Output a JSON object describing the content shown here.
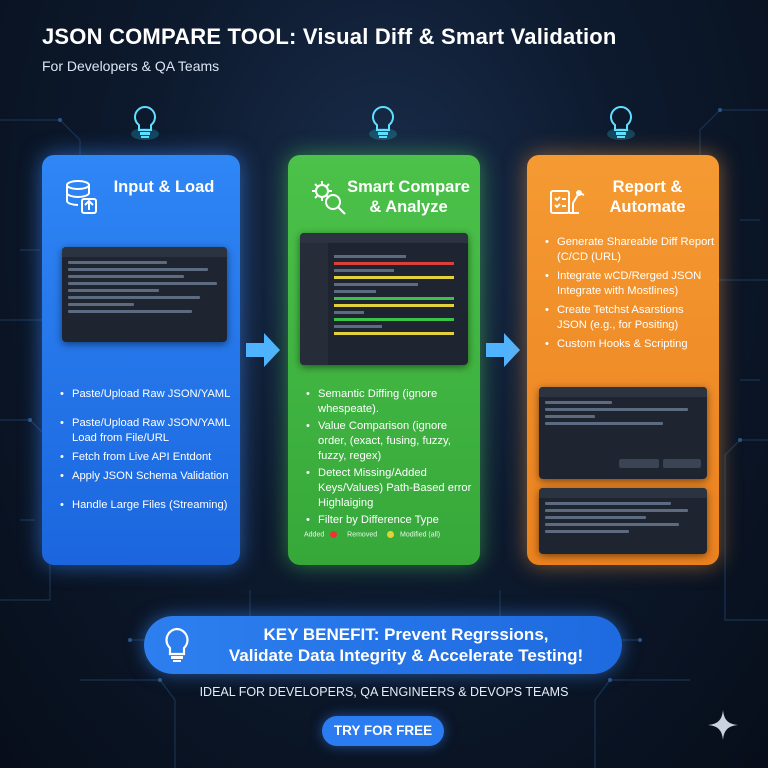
{
  "header": {
    "title": "JSON COMPARE TOOL: Visual Diff & Smart Validation",
    "subtitle": "For Developers & QA Teams"
  },
  "panels": [
    {
      "title": "Input & Load",
      "icon": "database-upload-icon",
      "color": "#2f86f5",
      "bullets": [
        "Paste/Upload Raw JSON/YAML",
        "Paste/Upload Raw JSON/YAML Load from File/URL",
        "Fetch from Live API Entdont",
        "Apply JSON Schema Validation",
        "Handle Large Files (Streaming)"
      ]
    },
    {
      "title": "Smart Compare & Analyze",
      "icon": "gear-search-icon",
      "color": "#4cc24a",
      "bullets": [
        "Semantic Diffing (ignore whespeate).",
        "Value Comparison (ignore order, (exact, fusing, fuzzy, fuzzy, regex)",
        "Detect Missing/Added Keys/Values) Path-Based error Highlaiging",
        "Filter by Difference Type"
      ],
      "legend": [
        "Added",
        "Removed",
        "Modified (all)"
      ]
    },
    {
      "title": "Report & Automate",
      "icon": "robot-arm-checklist-icon",
      "color": "#f59a32",
      "bullets": [
        "Generate Shareable Diff Report (C/CD (URL)",
        "Integrate wCD/Rerged JSON Integrate with Mostlines)",
        "Create Tetchst Asarstions JSON (e.g., for Positing)",
        "Custom Hooks & Scripting"
      ]
    }
  ],
  "benefit": {
    "line1": "KEY BENEFIT: Prevent Regrssions,",
    "line2": "Validate Data Integrity & Accelerate Testing!"
  },
  "ideal": "IDEAL FOR DEVELOPERS, QA ENGINEERS & DEVOPS TEAMS",
  "cta": "TRY FOR FREE",
  "colors": {
    "accent": "#2b7cf0",
    "background": "#0d1a2e"
  }
}
